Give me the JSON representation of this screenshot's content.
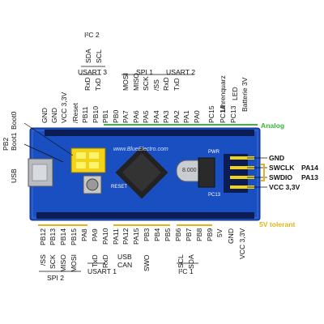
{
  "top_labels": {
    "row_near": [
      "GND",
      "GND",
      "VCC 3,3V",
      "/Reset",
      "PB11",
      "PB10",
      "PB1",
      "PB0",
      "PA7",
      "PA6",
      "PA5",
      "PA4",
      "PA3",
      "PA2",
      "PA1",
      "PA0",
      "PC15",
      "PC14",
      "PC13"
    ],
    "row_far": [
      "RxD",
      "TxD",
      "MOSI",
      "MISO",
      "SCK",
      "/SS",
      "RxD",
      "TxD",
      "Uhrenquarz",
      "LED",
      "Batterie 3V"
    ],
    "i2c2": [
      "SDA",
      "SCL"
    ],
    "i2c2_title": "I²C 2",
    "usart3_title": "USART 3",
    "spi1_title": "SPI 1",
    "usart2_title": "USART 2"
  },
  "bottom_labels": {
    "row_near": [
      "PB12",
      "PB13",
      "PB14",
      "PB15",
      "PA8",
      "PA9",
      "PA10",
      "PA11",
      "PA12",
      "PA15",
      "PB3",
      "PB4",
      "PB5",
      "PB6",
      "PB7",
      "PB8",
      "PB9",
      "5V",
      "GND",
      "VCC 3,3V"
    ],
    "row_far": [
      "/SS",
      "SCK",
      "MISO",
      "MOSI",
      "TxD",
      "RxD",
      "USB",
      "CAN",
      "SWO",
      "SCL",
      "SDA"
    ],
    "spi2_title": "SPI 2",
    "usart1_title": "USART 1",
    "i2c1_title": "I²C 1"
  },
  "left_labels": {
    "pb2": "PB2",
    "boot1": "Boot1",
    "boot0": "Boot0",
    "usb": "USB"
  },
  "right_labels": {
    "gnd": "GND",
    "swclk": "SWCLK",
    "pa14": "PA14",
    "swdio": "SWDIO",
    "pa13": "PA13",
    "vcc": "VCC 3,3V"
  },
  "board_text": {
    "url": "www.BlueElectro.com",
    "reset": "RESET",
    "pwr": "PWR",
    "pc13": "PC13",
    "crystal": "8.000"
  },
  "legend": {
    "analog": "Analog",
    "tolerant": "5V tolerant"
  },
  "colors": {
    "board": "#1a4fc2",
    "analog": "#3db53d",
    "tolerant": "#e3b21a",
    "jumper": "#f2d31a"
  }
}
